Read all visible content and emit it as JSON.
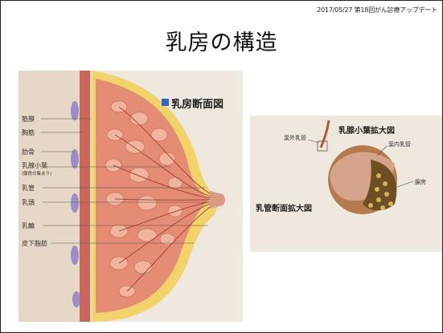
{
  "header": {
    "note": "2017/05/27 第18回がん診療アップデート",
    "title": "乳房の構造"
  },
  "cross_section": {
    "legend": "乳房断面図",
    "labels": {
      "fat_pad": "筋膜",
      "pectoral_muscle": "胸筋",
      "rib": "肋骨",
      "lobule": "乳腺小葉",
      "lobule_note": "(腺房の集まり)",
      "duct": "乳管",
      "nipple": "乳頭",
      "areola": "乳輪",
      "subcutaneous_fat": "皮下脂肪"
    }
  },
  "inset": {
    "title_lobule": "乳腺小葉拡大図",
    "title_duct": "乳管断面拡大図",
    "labels": {
      "extralobular_duct": "葉外乳管",
      "intralobular_duct": "葉内乳管",
      "acinus": "腺房"
    }
  }
}
